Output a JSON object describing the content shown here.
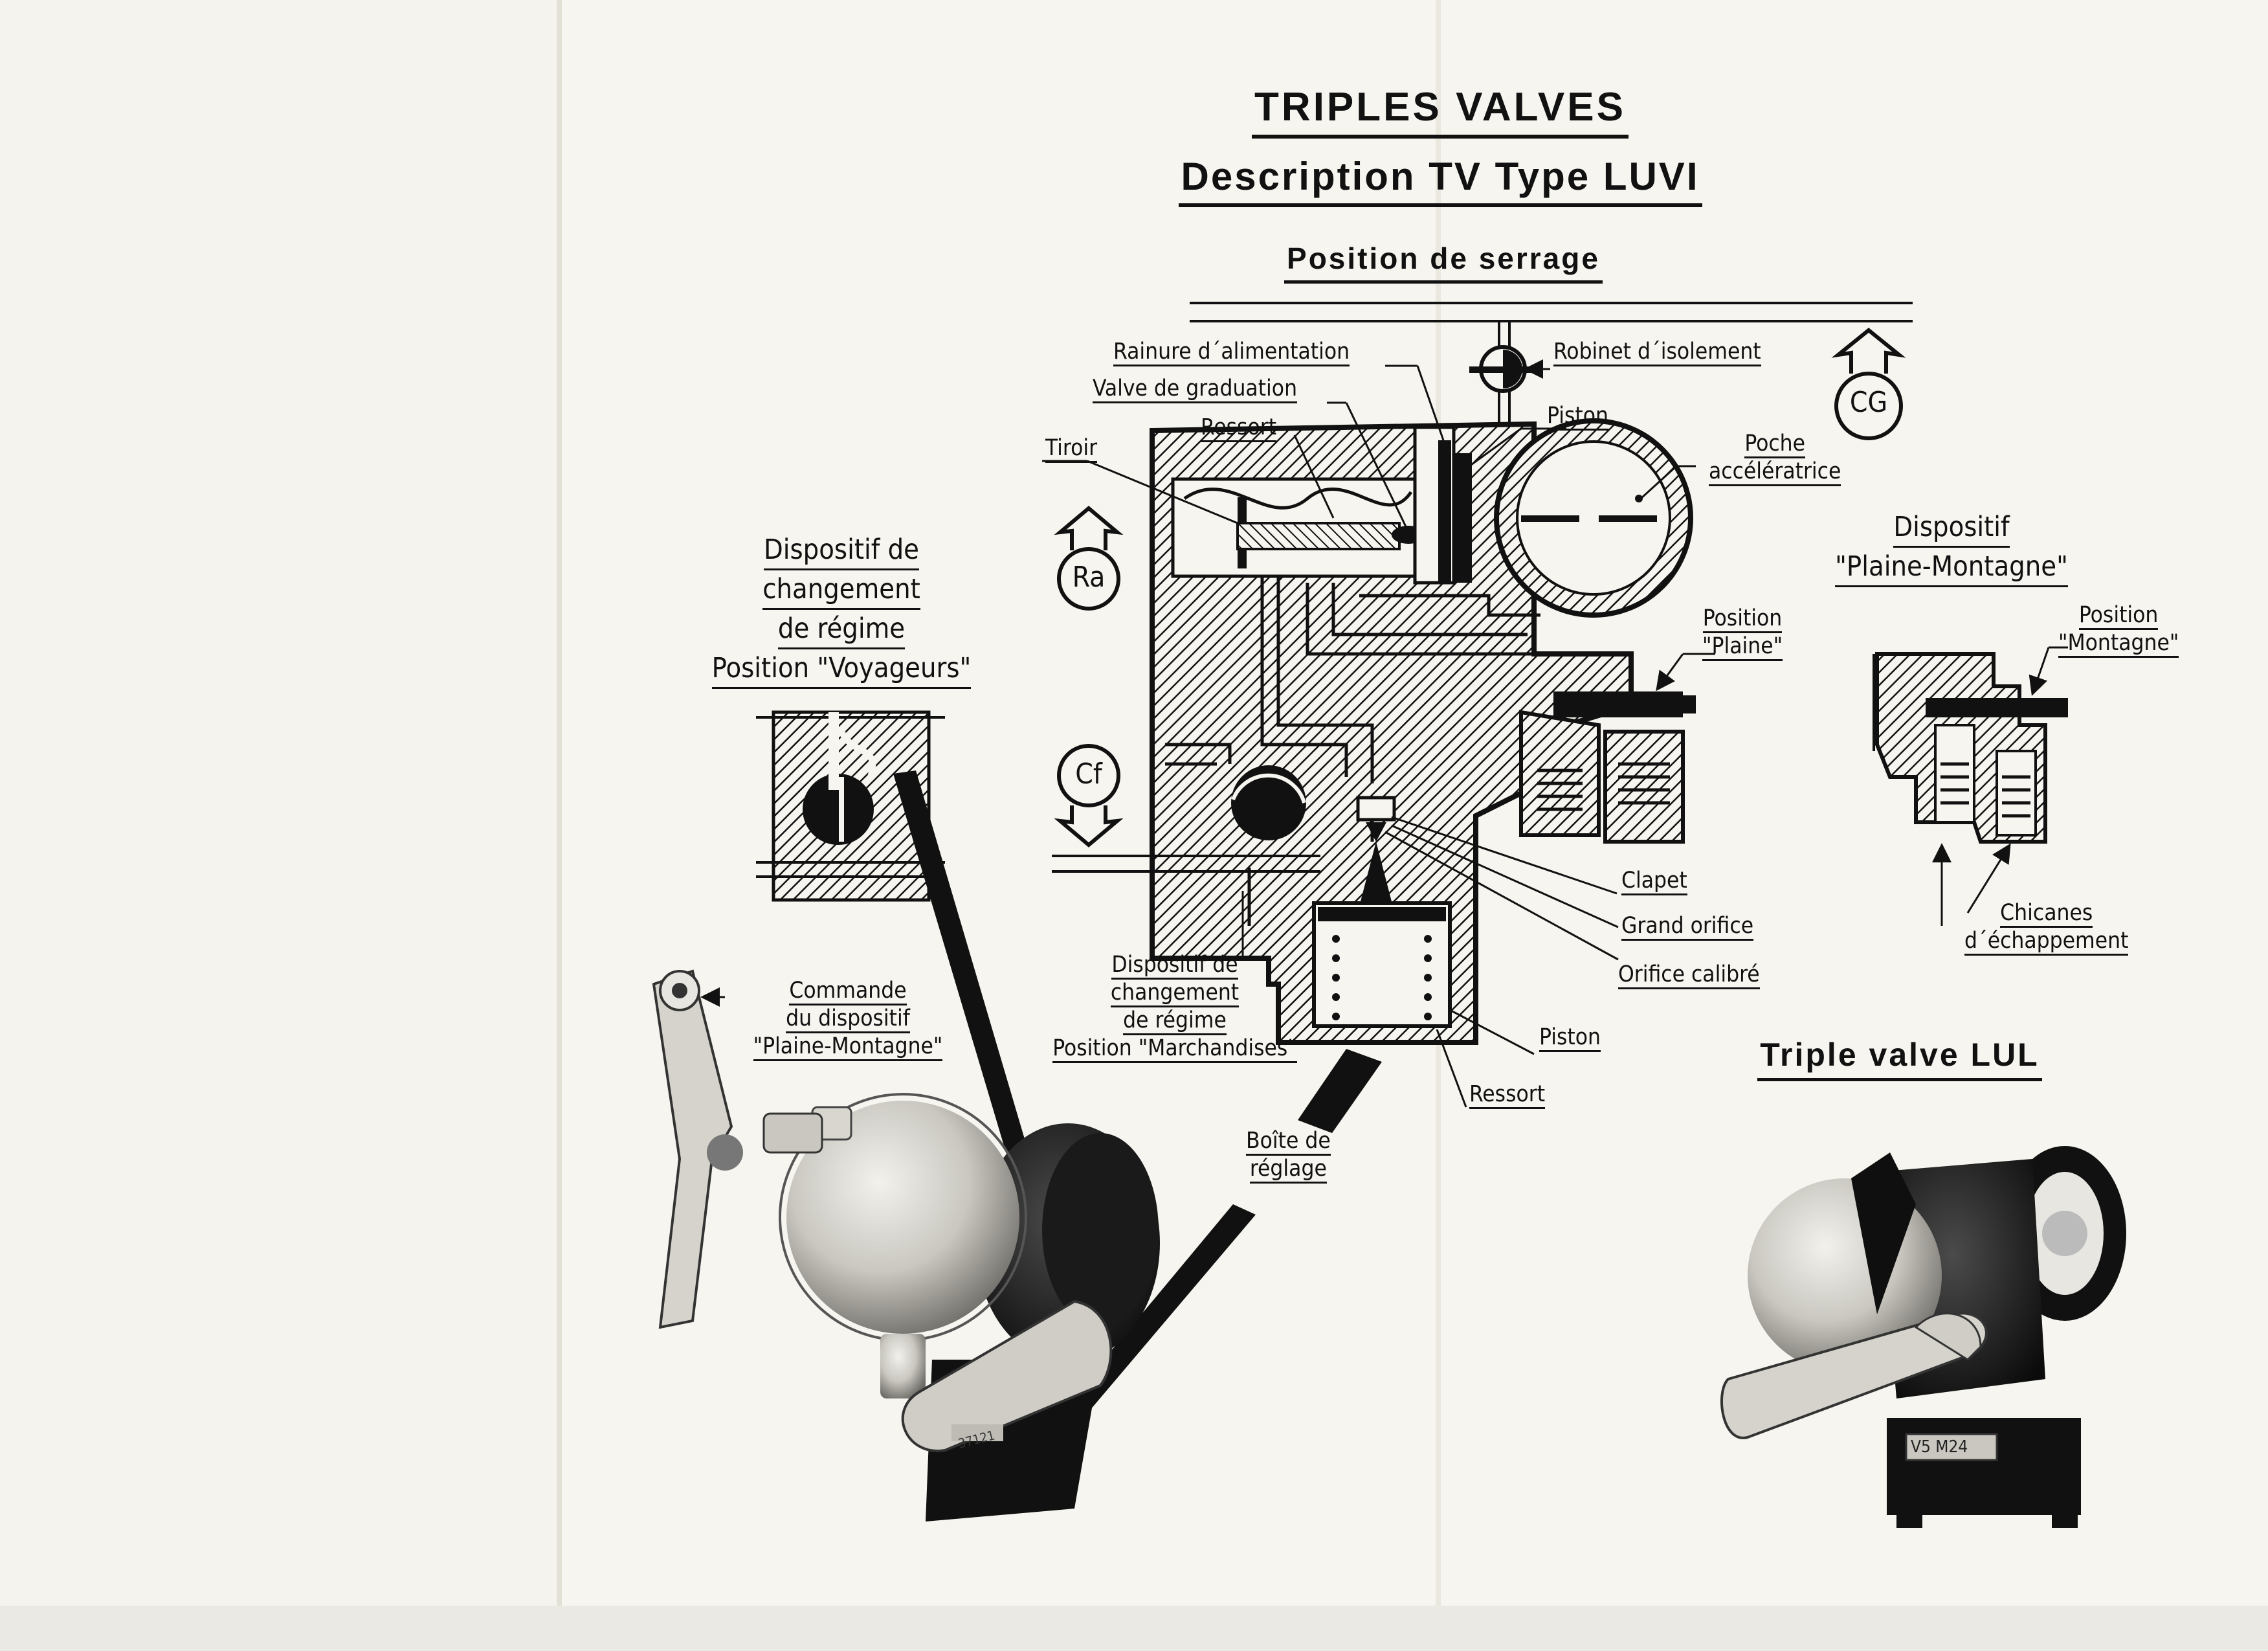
{
  "header": {
    "title": "TRIPLES VALVES",
    "subtitle": "Description TV Type LUVI",
    "section": "Position de serrage"
  },
  "diagram_labels": {
    "rainure": "Rainure d´alimentation",
    "robinet": "Robinet d´isolement",
    "valve_graduation": "Valve de graduation",
    "ressort_top": "Ressort",
    "tiroir": "Tiroir",
    "piston_top": "Piston",
    "poche": [
      "Poche",
      "accélératrice"
    ],
    "position_plaine": [
      "Position",
      "\"Plaine\""
    ],
    "clapet": "Clapet",
    "grand_orifice": "Grand orifice",
    "orifice_calibre": "Orifice calibré",
    "piston_bottom": "Piston",
    "ressort_bottom": "Ressort",
    "dispositif_marchandises": [
      "Dispositif de",
      "changement",
      "de régime",
      "Position \"Marchandises\""
    ],
    "boite_reglage": [
      "Boîte de",
      "réglage"
    ]
  },
  "circle_symbols": {
    "cg": "CG",
    "ra": "Ra",
    "cf": "Cf"
  },
  "left_panel": {
    "dispositif_voyageurs": [
      "Dispositif de",
      "changement",
      "de régime",
      "Position \"Voyageurs\""
    ],
    "commande": [
      "Commande",
      "du dispositif",
      "\"Plaine-Montagne\""
    ]
  },
  "right_panel": {
    "dispositif_title": [
      "Dispositif",
      "\"Plaine-Montagne\""
    ],
    "position_montagne": [
      "Position",
      "\"Montagne\""
    ],
    "chicanes": [
      "Chicanes",
      "d´échappement"
    ],
    "photo_title": "Triple valve LUL",
    "plate_text": "V5  M24"
  },
  "photo_left": {
    "plate_text": "37121"
  },
  "colors": {
    "paper": "#f7f5ef",
    "ink": "#111111",
    "fold": "#e3e0d6"
  }
}
